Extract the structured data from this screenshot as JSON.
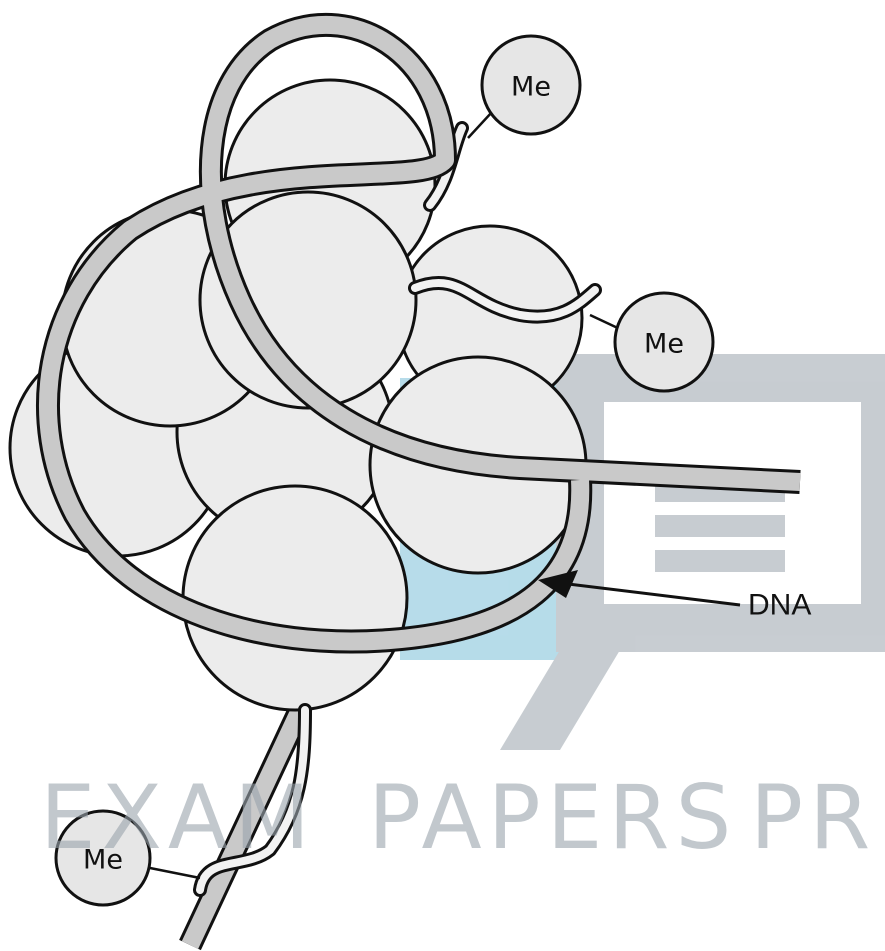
{
  "labels": {
    "methyl_top": "Me",
    "methyl_right": "Me",
    "methyl_bottom": "Me",
    "dna": "DNA"
  },
  "watermark": {
    "word_1": "EXAM",
    "word_2": "PAPERS",
    "word_3": "PR",
    "colors": {
      "blue": "#7cc0d8",
      "grey": "#9aa4ad"
    }
  },
  "colors": {
    "histone_fill": "#ececec",
    "dna_fill": "#c9c9c9",
    "outline": "#111111"
  }
}
